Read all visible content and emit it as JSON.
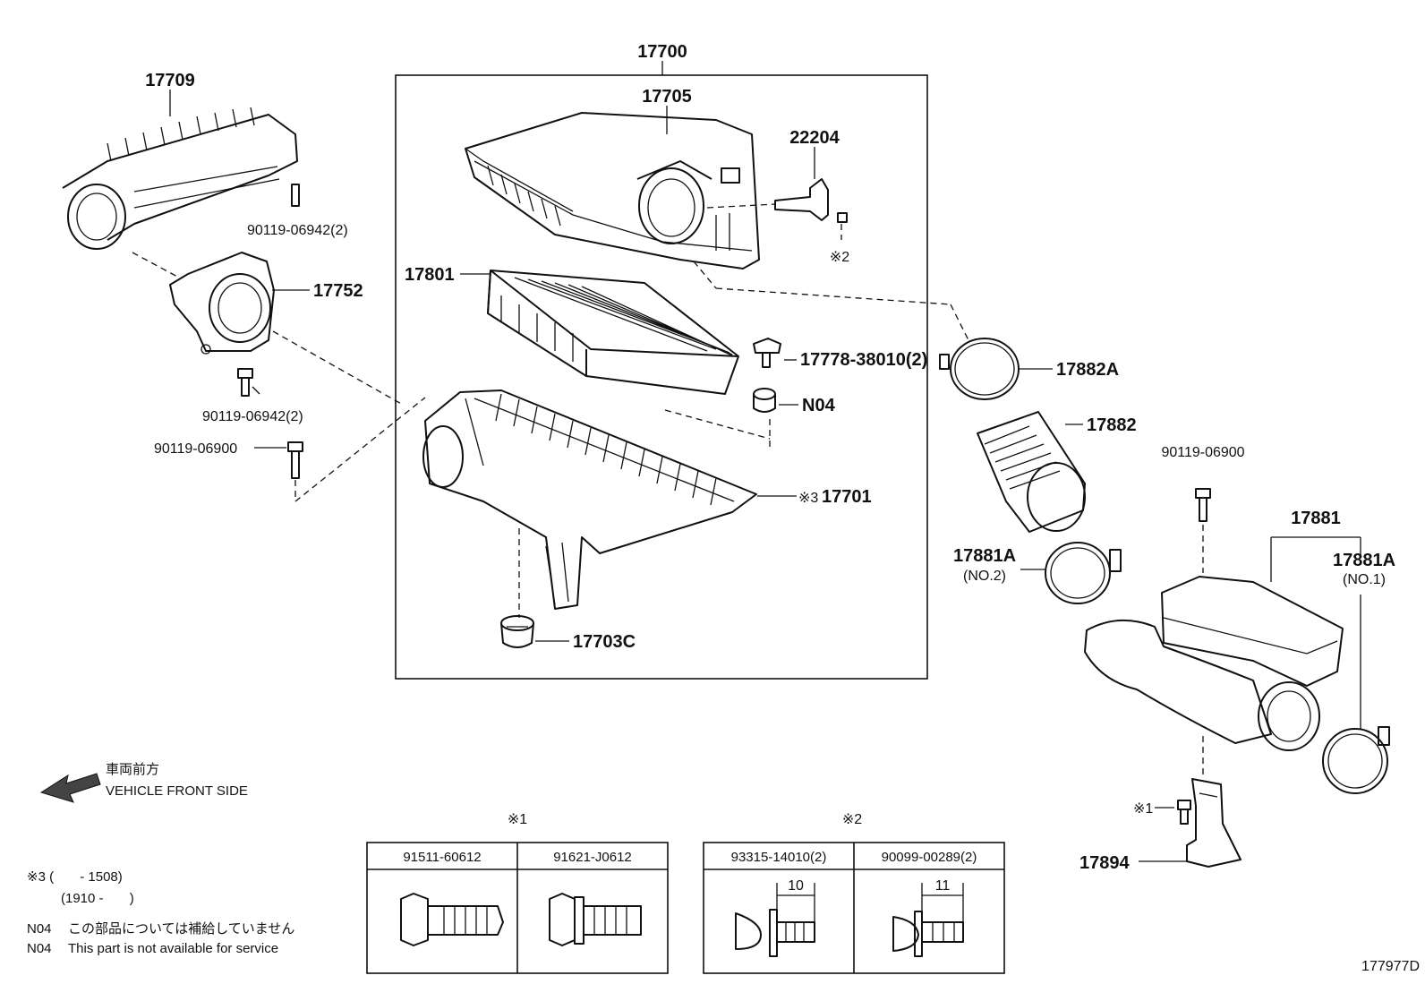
{
  "parts": {
    "p17700": "17700",
    "p17705": "17705",
    "p22204": "22204",
    "p22204_note": "※2",
    "p17709": "17709",
    "p90119_06942_top": "90119-06942(2)",
    "p17752": "17752",
    "p90119_06942_bot": "90119-06942(2)",
    "p90119_06900_left": "90119-06900",
    "p17801": "17801",
    "p17778": "17778-38010(2)",
    "pN04": "N04",
    "p17701_mark": "※3",
    "p17701": "17701",
    "p17703C": "17703C",
    "p17882A": "17882A",
    "p17882": "17882",
    "p90119_06900_right": "90119-06900",
    "p17881": "17881",
    "p17881A_no2": "17881A",
    "p17881A_no2_sub": "(NO.2)",
    "p17881A_no1": "17881A",
    "p17881A_no1_sub": "(NO.1)",
    "p17894_mark": "※1",
    "p17894": "17894"
  },
  "direction": {
    "jp": "車両前方",
    "en": "VEHICLE FRONT SIDE"
  },
  "notes": {
    "n3_line1": "※3 (       - 1508)",
    "n3_line2": "(1910 -       )",
    "n04_jp_code": "N04",
    "n04_jp": "この部品については補給していません",
    "n04_en_code": "N04",
    "n04_en": "This part is not available for service"
  },
  "tables": {
    "t1": {
      "mark": "※1",
      "col1": "91511-60612",
      "col2": "91621-J0612"
    },
    "t2": {
      "mark": "※2",
      "col1": "93315-14010(2)",
      "col2": "90099-00289(2)",
      "dim1": "10",
      "dim2": "11"
    }
  },
  "figure_id": "177977D"
}
